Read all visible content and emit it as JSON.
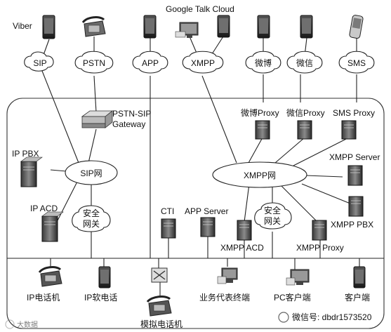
{
  "diagram": {
    "top_cloud_label": "Google Talk Cloud",
    "top_left_label": "Viber",
    "clouds": {
      "sip": "SIP",
      "pstn": "PSTN",
      "app": "APP",
      "xmpp": "XMPP",
      "weibo": "微博",
      "weixin": "微信",
      "sms": "SMS"
    },
    "gateway": {
      "line1": "PSTN-SIP",
      "line2": "Gateway"
    },
    "proxies": {
      "weibo": "微博Proxy",
      "weixin": "微信Proxy",
      "sms": "SMS Proxy"
    },
    "networks": {
      "sip": "SIP网",
      "xmpp": "XMPP网"
    },
    "security": {
      "line1": "安全",
      "line2": "网关"
    },
    "servers": {
      "ip_pbx": "IP PBX",
      "ip_acd": "IP ACD",
      "cti": "CTI",
      "app_server": "APP Server",
      "xmpp_server": "XMPP Server",
      "xmpp_pbx": "XMPP PBX",
      "xmpp_acd": "XMPP ACD",
      "xmpp_proxy": "XMPP Proxy"
    },
    "bottom": {
      "ip_phone": "IP电话机",
      "soft_phone": "IP软电话",
      "analog_phone": "模拟电话机",
      "agent_terminal": "业务代表终端",
      "pc_client": "PC客户端",
      "client": "客户端"
    },
    "watermark_left": "大数据",
    "watermark_right": "微信号: dbdr1573520"
  }
}
